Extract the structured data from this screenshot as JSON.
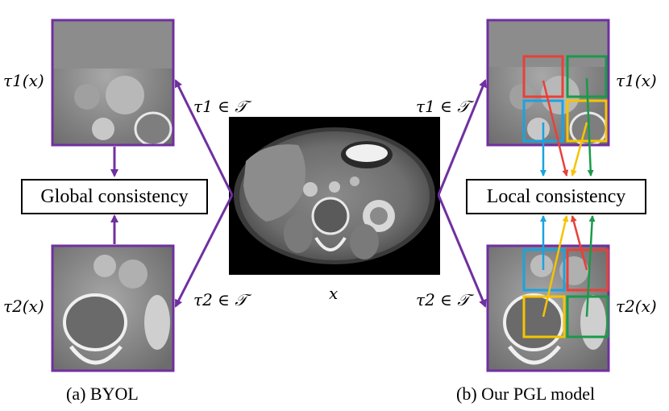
{
  "labels": {
    "tau1_x": "τ1(x)",
    "tau2_x": "τ2(x)",
    "tau1_in_T": "τ1 ∈ 𝒯",
    "tau2_in_T": "τ2 ∈ 𝒯",
    "x": "x"
  },
  "boxes": {
    "global": "Global consistency",
    "local": "Local consistency"
  },
  "captions": {
    "left": "(a) BYOL",
    "right": "(b) Our PGL model"
  },
  "colors": {
    "frame": "#7030a0",
    "red": "#e8403a",
    "green": "#1a9a4a",
    "blue": "#1aa3e0",
    "yellow": "#f5c400"
  }
}
